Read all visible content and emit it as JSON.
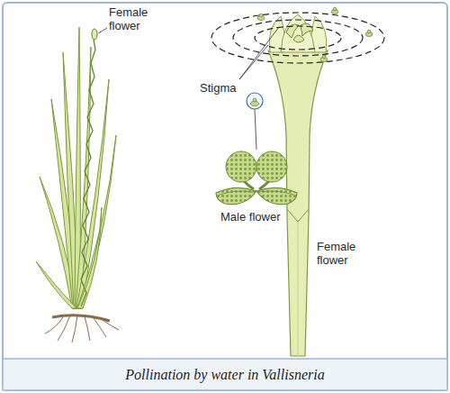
{
  "diagram": {
    "caption": "Pollination by water in Vallisneria",
    "labels": [
      "Female flower",
      "Stigma",
      "Male flower",
      "Female flower"
    ]
  }
}
